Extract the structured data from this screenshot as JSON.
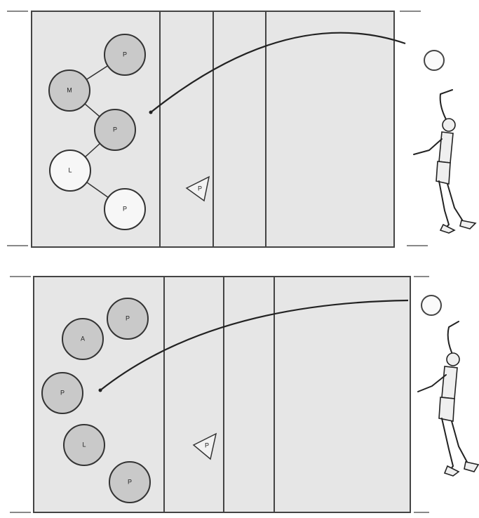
{
  "diagrams": [
    {
      "players": [
        {
          "label": "P",
          "shade": "shaded"
        },
        {
          "label": "M",
          "shade": "shaded"
        },
        {
          "label": "P",
          "shade": "shaded"
        },
        {
          "label": "L",
          "shade": "white"
        },
        {
          "label": "P",
          "shade": "white"
        }
      ],
      "connections": [
        [
          0,
          1
        ],
        [
          1,
          2
        ],
        [
          2,
          3
        ],
        [
          3,
          4
        ]
      ],
      "coach_label": "P"
    },
    {
      "players": [
        {
          "label": "P",
          "shade": "shaded"
        },
        {
          "label": "A",
          "shade": "shaded"
        },
        {
          "label": "P",
          "shade": "shaded"
        },
        {
          "label": "L",
          "shade": "shaded"
        },
        {
          "label": "P",
          "shade": "shaded"
        }
      ],
      "connections": [],
      "coach_label": "P"
    }
  ],
  "colors": {
    "court": "#e6e6e6",
    "shaded_player": "#c9c9c9",
    "white_player": "#f7f7f7",
    "lines": "#444444"
  }
}
